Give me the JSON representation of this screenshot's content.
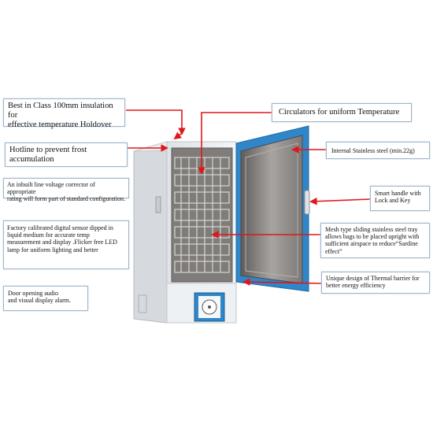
{
  "callouts": {
    "insulation": "Best in Class 100mm insulation for\neffective temperature Holdover",
    "circulators": "Circulators for  uniform Temperature",
    "hotline": "Hotline to prevent frost\naccumulation",
    "stainless": "Internal Stainless steel (min.22g)",
    "voltage": "An inbuilt line voltage corrector of appropriate\nrating will form part of standard configuration.",
    "handle": "Smart handle with\nLock and Key",
    "sensor": "Factory calibrated digital sensor dipped in\nliquid medium for accurate temp\nmeasurement and display .Flicker free  LED\nlamp for uniform lighting and better",
    "tray": "Mesh type sliding stainless steel tray\nallows bags to be placed upright with\nsufficient airspace to reduce“Sardine\neffect”",
    "thermal": "Unique design of Thermal barrier for\nbetter energy efficiency",
    "alarm": "Door opening audio\nand visual display alarm."
  },
  "colors": {
    "arrow": "#e0161b",
    "door_trim": "#2f86c8",
    "cabinet": "#e9ecef",
    "interior": "#8d8a87",
    "callout_border": "#9fb6c8"
  }
}
